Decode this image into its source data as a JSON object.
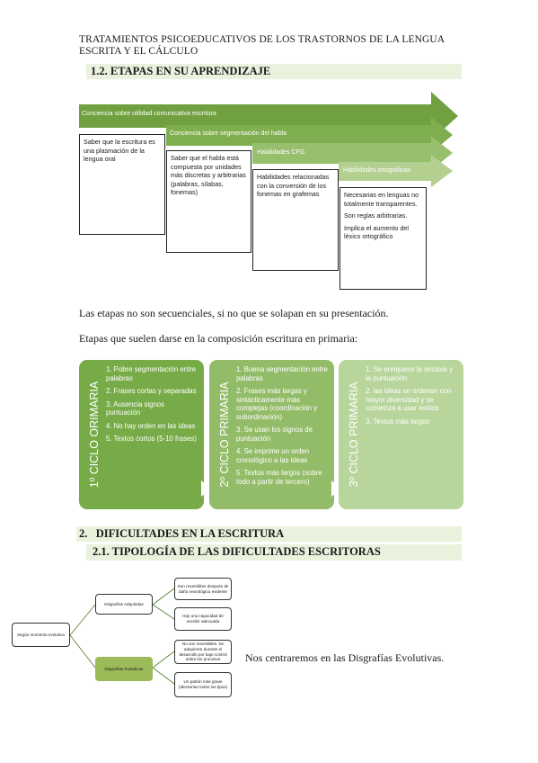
{
  "header": {
    "text": "TRATAMIENTOS PSICOEDUCATIVOS DE LOS TRASTORNOS DE LA LENGUA ESCRITA Y EL CÁLCULO"
  },
  "section_1_2": {
    "title": "1.2. ETAPAS EN SU APRENDIZAJE"
  },
  "stages": {
    "arrows": [
      "Conciencia sobre utilidad comunicativa escritura",
      "Conciencia sobre segmentación del habla",
      "Habilidades CFG",
      "Habilidades ortográficas"
    ],
    "boxes": [
      [
        "Saber que la escritura es una plasmación de la lengua oral"
      ],
      [
        "Saber que el habla está compuesta por unidades más discretas y arbitrarias (palabras, sílabas, fonemas)"
      ],
      [
        "Habilidades relacionadas con la conversión de los fonemas en grafemas"
      ],
      [
        "Necesarias en lenguas no totalmente transparentes.",
        "Son reglas arbitrarias.",
        "Implica el aumento del léxico ortográfico"
      ]
    ],
    "colors": [
      "#70a040",
      "#7fae4e",
      "#97bf6d",
      "#b3d091"
    ]
  },
  "paragraphs": {
    "p1": "Las etapas no son secuenciales, si no que se solapan en su presentación.",
    "p2": "Etapas que suelen darse en la composición escritura en primaria:"
  },
  "cycles": [
    {
      "title": "1º CICLO ORIMARIA",
      "color": "#77ab47",
      "items": [
        "1. Pobre segmentación entre palabras",
        "2. Frases cortas y separadas",
        "3. Ausencia signos puntuación",
        "4. No hay orden en las ideas",
        "5. Textos cortos (5-10 frases)"
      ]
    },
    {
      "title": "2º CICLO PRIMARIA",
      "color": "#93bc68",
      "items": [
        "1. Buena segmentación entre palabras",
        "2. Frases más largas y sintácticamente más complejas (coordinación y subordinación)",
        "3. Se usan los signos de puntuación",
        "4. Se imprime un orden cronológico a las ideas",
        "5. Textos más largos (sobre todo a partir de tercero)"
      ]
    },
    {
      "title": "3º CICLO PRIMARIA",
      "color": "#b8d59b",
      "items": [
        "1. Se enriquece la sintaxis y la puntuación",
        "2. las ideas se ordenan con mayor diversidad y se comienza a usar estilos",
        "3. Textos más largos"
      ]
    }
  ],
  "section_2": {
    "title": "2.   DIFICULTADES EN LA ESCRITURA"
  },
  "section_2_1": {
    "title": "2.1. TIPOLOGÍA DE LAS DIFICULTADES ESCRITORAS"
  },
  "tree": {
    "root": "Según momento evolutivo",
    "branches": [
      {
        "label": "Disgrafías Adquiridas",
        "leaves": [
          "Son reversibles después de daño neurológico evidente",
          "Hay una capacidad de escribir adecuada"
        ]
      },
      {
        "label": "Disgrafías Evolutivas",
        "leaves": [
          "No son reversibles. Se adquieren durante el desarrollo por bajo control sobre los procesos",
          "Un patrón más grave (afectarían todos los tipos)"
        ]
      }
    ]
  },
  "note": "Nos centraremos en las Disgrafías Evolutivas."
}
